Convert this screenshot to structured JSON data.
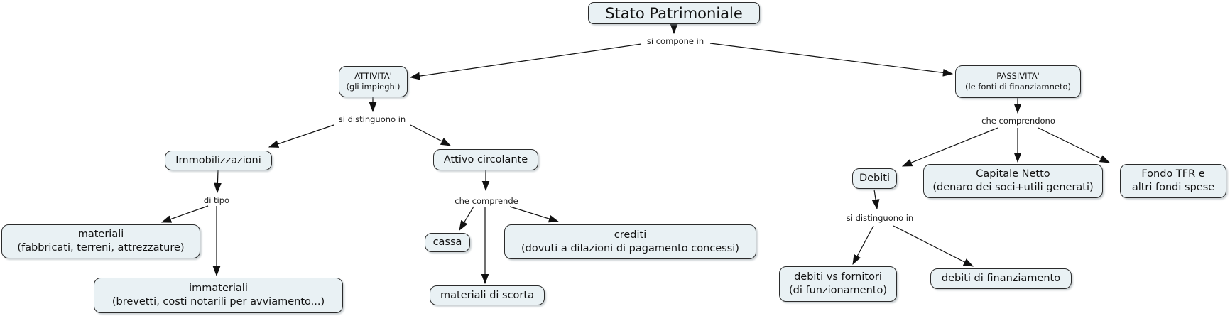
{
  "concept_map": {
    "nodes": {
      "stato_patrimoniale": {
        "label": "Stato Patrimoniale"
      },
      "attivita": {
        "line1": "ATTIVITA'",
        "line2": "(gli impieghi)"
      },
      "passivita": {
        "line1": "PASSIVITA'",
        "line2": "(le fonti di finanziamneto)"
      },
      "immobilizzazioni": {
        "label": "Immobilizzazioni"
      },
      "attivo_circolante": {
        "label": "Attivo circolante"
      },
      "materiali": {
        "line1": "materiali",
        "line2": "(fabbricati, terreni, attrezzature)"
      },
      "immateriali": {
        "line1": "immateriali",
        "line2": "(brevetti, costi notarili per avviamento...)"
      },
      "cassa": {
        "label": "cassa"
      },
      "crediti": {
        "line1": "crediti",
        "line2": "(dovuti a dilazioni di pagamento concessi)"
      },
      "materiali_di_scorta": {
        "label": "materiali di scorta"
      },
      "debiti": {
        "label": "Debiti"
      },
      "capitale_netto": {
        "line1": "Capitale Netto",
        "line2": "(denaro dei soci+utili generati)"
      },
      "fondo_tfr": {
        "line1": "Fondo TFR e",
        "line2": "altri fondi spese"
      },
      "debiti_vs_fornitori": {
        "line1": "debiti vs fornitori",
        "line2": "(di funzionamento)"
      },
      "debiti_di_finanziamento": {
        "label": "debiti di finanziamento"
      }
    },
    "link_labels": {
      "si_compone_in": "si compone in",
      "si_distinguono_in_attivita": "si distinguono in",
      "che_comprendono": "che comprendono",
      "di_tipo": "di tipo",
      "che_comprende": "che comprende",
      "si_distinguono_in_debiti": "si distinguono in"
    },
    "colors": {
      "background": "#ffffff",
      "node_fill": "#e9f1f4",
      "node_border": "#2b2b2b",
      "arrow": "#111111"
    }
  }
}
